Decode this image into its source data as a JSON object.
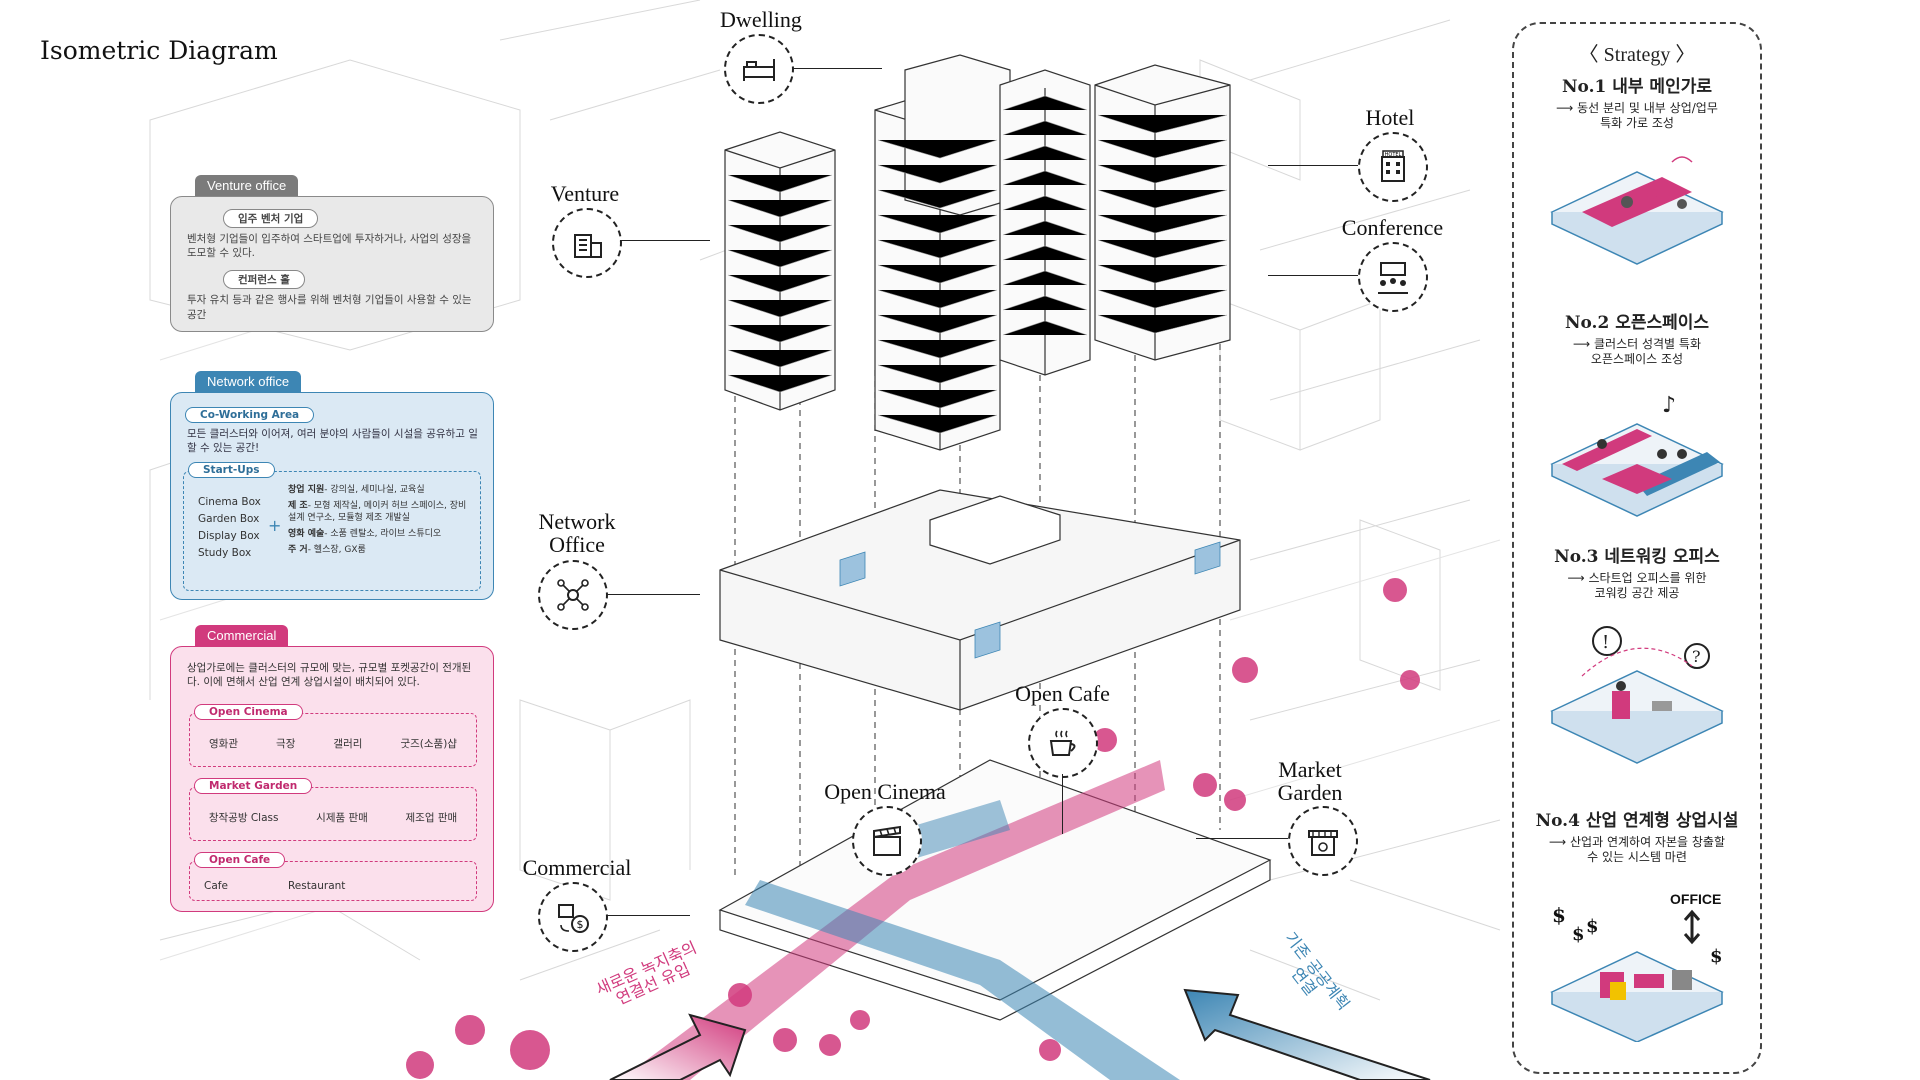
{
  "title": "Isometric Diagram",
  "labels": {
    "dwelling": "Dwelling",
    "hotel": "Hotel",
    "venture": "Venture",
    "conference": "Conference",
    "network_office": "Network\nOffice",
    "open_cafe": "Open Cafe",
    "open_cinema": "Open Cinema",
    "market_garden": "Market\nGarden",
    "commercial": "Commercial",
    "hotel_sign": "HOTEL",
    "office_sign": "OFFICE"
  },
  "venture_panel": {
    "tab": "Venture office",
    "pill1": "입주 벤처 기업",
    "text1": "벤처형 기업들이 입주하여 스타트업에 투자하거나, 사업의 성장을 도모할 수 있다.",
    "pill2": "컨퍼런스 홀",
    "text2": "투자 유치 등과 같은 행사를 위해 벤처형 기업들이 사용할 수 있는 공간"
  },
  "network_panel": {
    "tab": "Network office",
    "pill1": "Co-Working Area",
    "text1": "모든 클러스터와 이어져, 여러 분야의 사람들이 시설을 공유하고 일할 수 있는 공간!",
    "pill2": "Start-Ups",
    "boxes": [
      "Cinema Box",
      "Garden Box",
      "Display Box",
      "Study Box"
    ],
    "plus": "+",
    "support": [
      {
        "k": "창업 지원",
        "v": "- 강의실, 세미나실, 교육실"
      },
      {
        "k": "제     조",
        "v": "- 모형 제작실, 메이커 허브 스페이스, 장비설계 연구소, 모듈형 제조 개발실"
      },
      {
        "k": "영화 예술",
        "v": "- 소품 렌탈소, 라이브 스튜디오"
      },
      {
        "k": "주     거",
        "v": "- 헬스장, GX룸"
      }
    ]
  },
  "commercial_panel": {
    "tab": "Commercial",
    "text": "상업가로에는 클러스터의 규모에 맞는, 규모별 포켓공간이 전개된다. 이에 면해서 산업 연계 상업시설이 배치되어 있다.",
    "groups": [
      {
        "title": "Open Cinema",
        "items": [
          "영화관",
          "극장",
          "갤러리",
          "굿즈(소품)샵"
        ]
      },
      {
        "title": "Market Garden",
        "items": [
          "창작공방 Class",
          "시제품 판매",
          "제조업 판매"
        ]
      },
      {
        "title": "Open Cafe",
        "items": [
          "Cafe",
          "Restaurant"
        ]
      }
    ]
  },
  "strategy": {
    "title": "〈 Strategy 〉",
    "items": [
      {
        "head": "No.1 내부 메인가로",
        "desc1": "⟶ 동선 분리 및 내부 상업/업무",
        "desc2": "특화 가로 조성"
      },
      {
        "head": "No.2 오픈스페이스",
        "desc1": "⟶ 클러스터 성격별 특화",
        "desc2": "오픈스페이스 조성"
      },
      {
        "head": "No.3 네트워킹 오피스",
        "desc1": "⟶ 스타트업 오피스를 위한",
        "desc2": "코워킹 공간 제공"
      },
      {
        "head": "No.4 산업 연계형 상업시설",
        "desc1": "⟶ 산업과 연계하여 자본을 창출할",
        "desc2": "수 있는 시스템 마련"
      }
    ]
  },
  "arrows": {
    "pink": "새로운 녹지축의\n연결선 유입",
    "blue": "기존 공공계획\n연결"
  },
  "colors": {
    "pink": "#d13a7d",
    "blue": "#3d86b4",
    "gray": "#7b7b7b"
  }
}
